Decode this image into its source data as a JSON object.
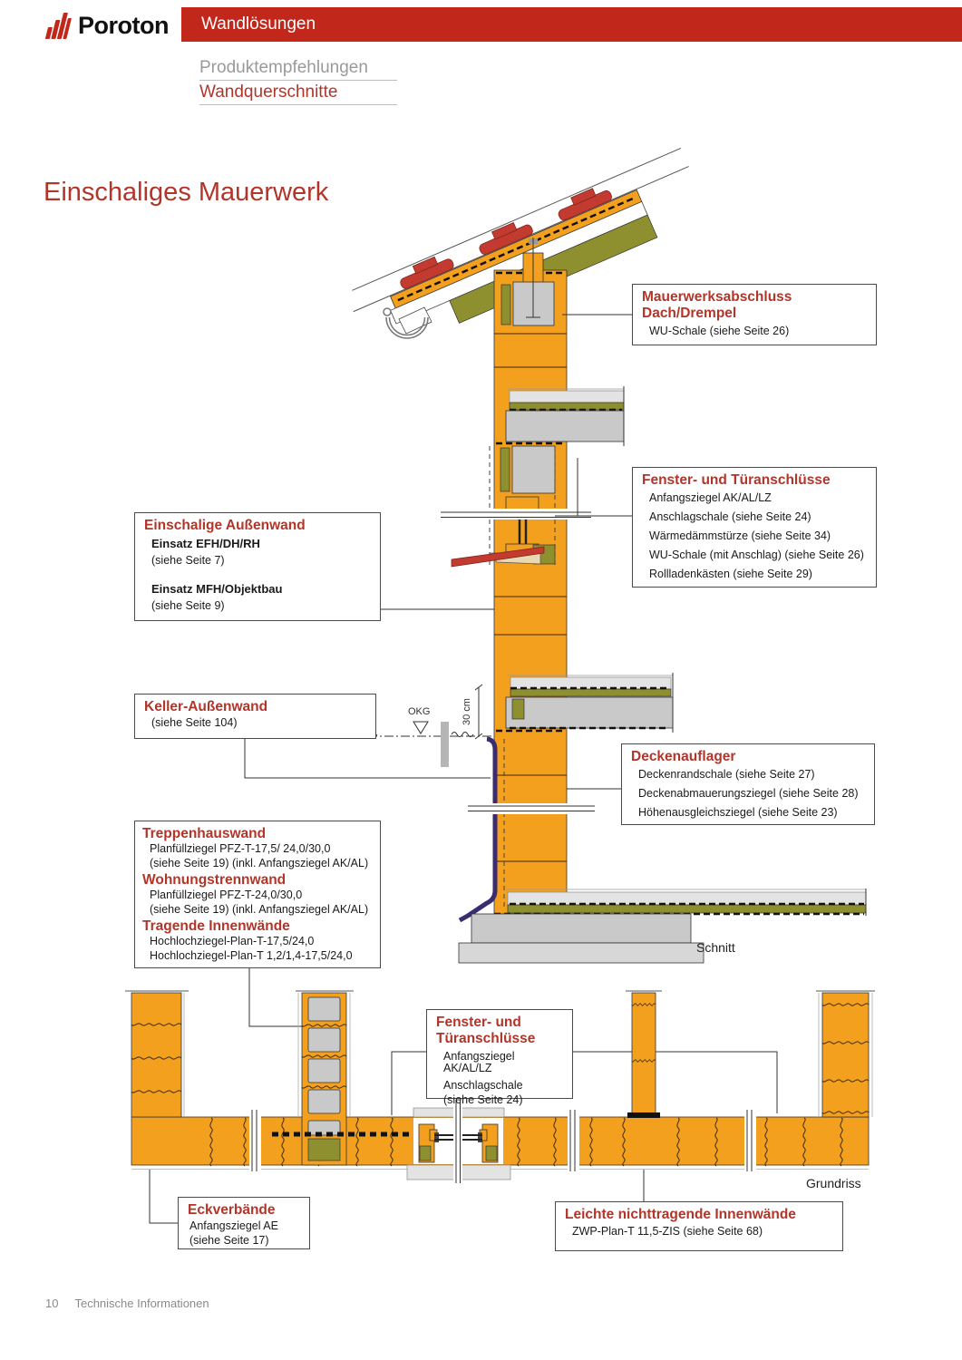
{
  "header": {
    "brand": "Poroton",
    "bar_title": "Wandlösungen",
    "nav_inactive": "Produktempfehlungen",
    "nav_active": "Wandquerschnitte"
  },
  "page": {
    "title": "Einschaliges Mauerwerk",
    "section_label": "Schnitt",
    "plan_label": "Grundriss",
    "footer_page": "10",
    "footer_text": "Technische Informationen"
  },
  "drawing_labels": {
    "okg": "OKG",
    "dim_30cm": "30 cm"
  },
  "callouts": {
    "abschluss": {
      "title_line1": "Mauerwerksabschluss",
      "title_line2": "Dach/Drempel",
      "items": [
        "WU-Schale (siehe Seite 26)"
      ]
    },
    "fenster_schnitt": {
      "title": "Fenster- und Türanschlüsse",
      "items": [
        "Anfangsziegel AK/AL/LZ",
        "Anschlagschale (siehe Seite 24)",
        "Wärmedämmstürze (siehe Seite 34)",
        "WU-Schale (mit Anschlag) (siehe Seite 26)",
        "Rollladenkästen (siehe Seite 29)"
      ]
    },
    "aussenwand": {
      "title": "Einschalige Außenwand",
      "use1_title": "Einsatz EFH/DH/RH",
      "use1_ref": "(siehe Seite 7)",
      "use2_title": "Einsatz MFH/Objektbau",
      "use2_ref": "(siehe Seite 9)"
    },
    "keller": {
      "title": "Keller-Außenwand",
      "ref": "(siehe Seite 104)"
    },
    "deckenauflager": {
      "title": "Deckenauflager",
      "items": [
        "Deckenrandschale (siehe Seite 27)",
        "Deckenabmauerungsziegel (siehe Seite 28)",
        "Höhenausgleichsziegel (siehe Seite 23)"
      ]
    },
    "innenwaende": {
      "sections": [
        {
          "title": "Treppenhauswand",
          "lines": [
            "Planfüllziegel PFZ-T-17,5/ 24,0/30,0",
            "(siehe Seite 19) (inkl. Anfangsziegel AK/AL)"
          ]
        },
        {
          "title": "Wohnungstrennwand",
          "lines": [
            "Planfüllziegel PFZ-T-24,0/30,0",
            "(siehe Seite 19) (inkl. Anfangsziegel AK/AL)"
          ]
        },
        {
          "title": "Tragende Innenwände",
          "lines": [
            "Hochlochziegel-Plan-T-17,5/24,0",
            "Hochlochziegel-Plan-T 1,2/1,4-17,5/24,0"
          ]
        }
      ]
    },
    "fenster_grundriss": {
      "title_line1": "Fenster- und",
      "title_line2": "Türanschlüsse",
      "items": [
        "Anfangsziegel AK/AL/LZ",
        "Anschlagschale",
        "(siehe Seite 24)"
      ]
    },
    "eckverbaende": {
      "title": "Eckverbände",
      "items": [
        "Anfangsziegel AE",
        "(siehe Seite 17)"
      ]
    },
    "leichte_innenwaende": {
      "title": "Leichte nichttragende Innenwände",
      "items": [
        "ZWP-Plan-T 11,5-ZIS (siehe Seite 68)"
      ]
    }
  },
  "colors": {
    "header_red": "#c1271b",
    "accent_red": "#b2352a",
    "brick_orange": "#f4a01f",
    "insulation_olive": "#8e9030",
    "concrete_gray": "#c9c9c9",
    "screed_gray": "#e3e3e3",
    "membrane_purple": "#3a2c6e",
    "tile_red": "#c23a30",
    "line_dark": "#333333",
    "text_gray": "#8a8a8a"
  }
}
